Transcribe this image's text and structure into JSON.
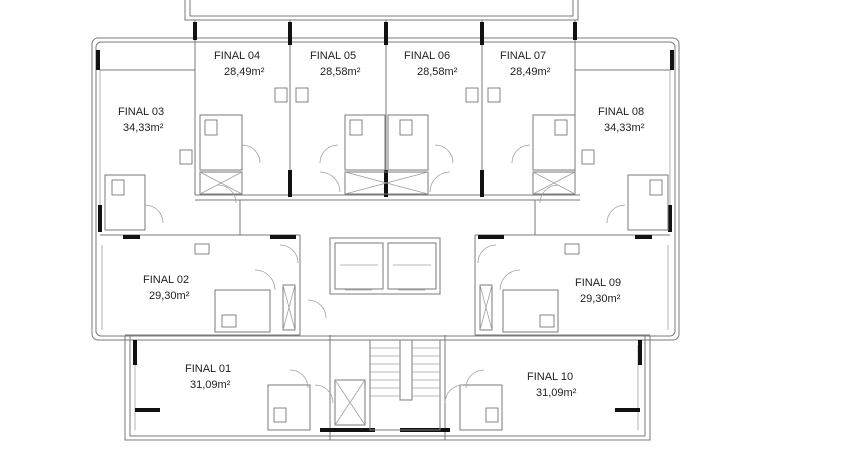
{
  "floor_plan": {
    "units": [
      {
        "id": "final-04",
        "name": "FINAL 04",
        "area": "28,49m²"
      },
      {
        "id": "final-05",
        "name": "FINAL 05",
        "area": "28,58m²"
      },
      {
        "id": "final-06",
        "name": "FINAL 06",
        "area": "28,58m²"
      },
      {
        "id": "final-07",
        "name": "FINAL 07",
        "area": "28,49m²"
      },
      {
        "id": "final-03",
        "name": "FINAL 03",
        "area": "34,33m²"
      },
      {
        "id": "final-08",
        "name": "FINAL 08",
        "area": "34,33m²"
      },
      {
        "id": "final-02",
        "name": "FINAL 02",
        "area": "29,30m²"
      },
      {
        "id": "final-09",
        "name": "FINAL 09",
        "area": "29,30m²"
      },
      {
        "id": "final-01",
        "name": "FINAL 01",
        "area": "31,09m²"
      },
      {
        "id": "final-10",
        "name": "FINAL 10",
        "area": "31,09m²"
      }
    ],
    "colors": {
      "wall": "#7a7a7a",
      "structure": "#111111",
      "background": "#ffffff"
    }
  }
}
